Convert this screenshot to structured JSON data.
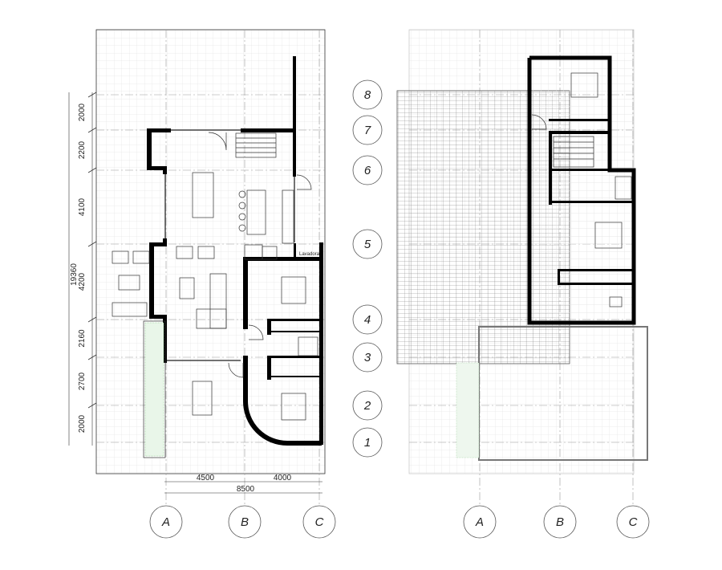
{
  "row_axes": [
    "8",
    "7",
    "6",
    "5",
    "4",
    "3",
    "2",
    "1"
  ],
  "column_axes": [
    "A",
    "B",
    "C"
  ],
  "vertical_dimensions": [
    "2000",
    "2200",
    "4100",
    "4200",
    "2160",
    "2700",
    "2000"
  ],
  "total_vertical_dimension": "19360",
  "horizontal_dimensions": [
    "4500",
    "4000"
  ],
  "total_horizontal_dimension": "8500",
  "room_labels": {
    "laundry": "Lavadora"
  },
  "colors": {
    "wall": "#000000",
    "grid": "#e4e4e4",
    "axis": "#9a9a9a",
    "planting": "#3fae4a"
  }
}
